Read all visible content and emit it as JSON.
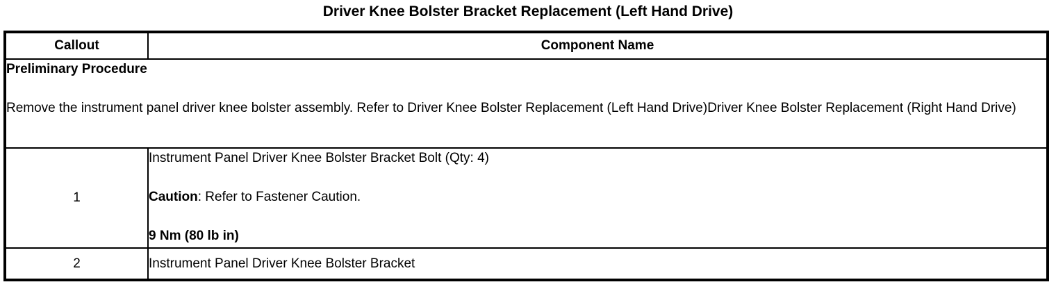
{
  "title": "Driver Knee Bolster Bracket Replacement (Left Hand Drive)",
  "colors": {
    "text": "#000000",
    "background": "#ffffff",
    "border": "#000000"
  },
  "table": {
    "headers": {
      "callout": "Callout",
      "component": "Component Name"
    },
    "preliminary": {
      "heading": "Preliminary Procedure",
      "body": "Remove the instrument panel driver knee bolster assembly. Refer to Driver Knee Bolster Replacement (Left Hand Drive)Driver Knee Bolster Replacement (Right Hand Drive)"
    },
    "rows": [
      {
        "callout": "1",
        "component": "Instrument Panel Driver Knee Bolster Bracket Bolt (Qty: 4)",
        "caution_label": "Caution",
        "caution_text": ": Refer to Fastener Caution.",
        "torque": "9 Nm (80 lb in)"
      },
      {
        "callout": "2",
        "component": "Instrument Panel Driver Knee Bolster Bracket"
      }
    ]
  }
}
